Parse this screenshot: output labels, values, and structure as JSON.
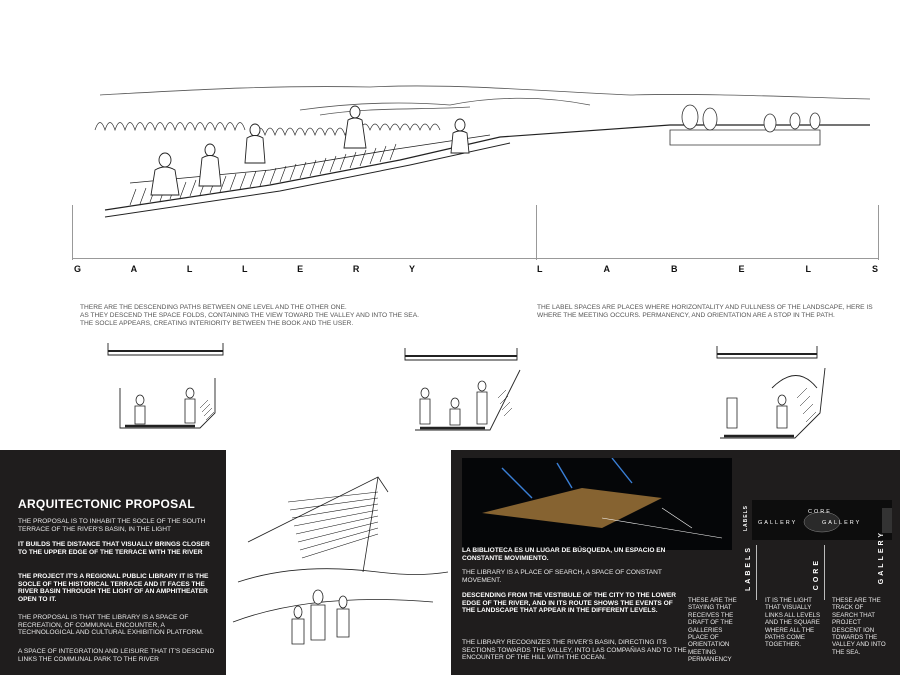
{
  "top": {
    "gallery_letters": [
      "G",
      "A",
      "L",
      "L",
      "E",
      "R",
      "Y"
    ],
    "labels_letters": [
      "L",
      "A",
      "B",
      "E",
      "L",
      "S"
    ],
    "gallery_desc": [
      "THERE ARE THE DESCENDING PATHS BETWEEN ONE LEVEL AND THE OTHER ONE.",
      "AS THEY DESCEND THE SPACE FOLDS, CONTAINING THE VIEW TOWARD THE VALLEY AND INTO THE SEA.",
      "THE SOCLE APPEARS, CREATING INTERIORITY BETWEEN THE BOOK AND THE USER."
    ],
    "labels_desc": "THE LABEL SPACES ARE PLACES WHERE HORIZONTALITY AND FULLNESS OF THE LANDSCAPE, HERE IS WHERE THE MEETING OCCURS. PERMANENCY, AND ORIENTATION ARE A STOP IN THE PATH."
  },
  "proposal": {
    "title": "ARQUITECTONIC PROPOSAL",
    "p1": "THE PROPOSAL IS TO INHABIT THE SOCLE OF THE SOUTH TERRACE OF THE RIVER'S BASIN, IN THE LIGHT",
    "p2": "IT BUILDS THE DISTANCE THAT VISUALLY BRINGS CLOSER TO THE UPPER EDGE OF THE TERRACE WITH THE RIVER",
    "p3": "THE PROJECT IT'S A REGIONAL PUBLIC LIBRARY IT IS THE SOCLE OF THE HISTORICAL TERRACE AND IT FACES THE RIVER BASIN THROUGH THE LIGHT OF AN AMPHITHEATER OPEN TO IT.",
    "p4": "THE PROPOSAL IS THAT THE LIBRARY IS A SPACE OF RECREATION, OF COMMUNAL ENCOUNTER, A TECHNOLOGICAL AND CULTURAL EXHIBITION PLATFORM.",
    "p5": "A SPACE OF INTEGRATION AND LEISURE THAT IT'S DESCEND LINKS THE COMMUNAL PARK TO THE RIVER"
  },
  "right_panel": {
    "spanish": "LA BIBLIOTECA ES UN LUGAR DE BÚSQUEDA, UN ESPACIO EN CONSTANTE MOVIMIENTO.",
    "p1": "THE LIBRARY IS A PLACE OF SEARCH, A SPACE OF CONSTANT MOVEMENT.",
    "p2": "DESCENDING FROM THE VESTIBULE OF THE CITY TO THE LOWER EDGE OF THE RIVER, AND IN ITS ROUTE SHOWS THE EVENTS OF THE LANDSCAPE THAT APPEAR IN THE DIFFERENT LEVELS.",
    "p3": "THE LIBRARY RECOGNIZES THE RIVER'S BASIN, DIRECTING ITS SECTIONS TOWARDS THE VALLEY, INTO LAS COMPAÑIAS AND TO THE ENCOUNTER OF THE HILL WITH THE OCEAN.",
    "strip_core": "CORE",
    "strip_gallery_left": "GALLERY",
    "strip_gallery_right": "GALLERY",
    "strip_labels": "LABELS",
    "columns": [
      {
        "head": "LABELS",
        "text": "THESE ARE THE STAYING THAT RECEIVES THE DRAFT OF THE GALLERIES PLACE OF ORIENTATION MEETING PERMANENCY"
      },
      {
        "head": "CORE",
        "text": "IT IS THE LIGHT THAT VISUALLY LINKS ALL LEVELS AND THE SQUARE WHERE ALL THE PATHS COME TOGETHER."
      },
      {
        "head": "GALLERY",
        "text": "THESE ARE THE TRACK OF SEARCH THAT PROJECT DESCENT ION TOWARDS THE VALLEY AND INTO THE SEA."
      }
    ]
  }
}
